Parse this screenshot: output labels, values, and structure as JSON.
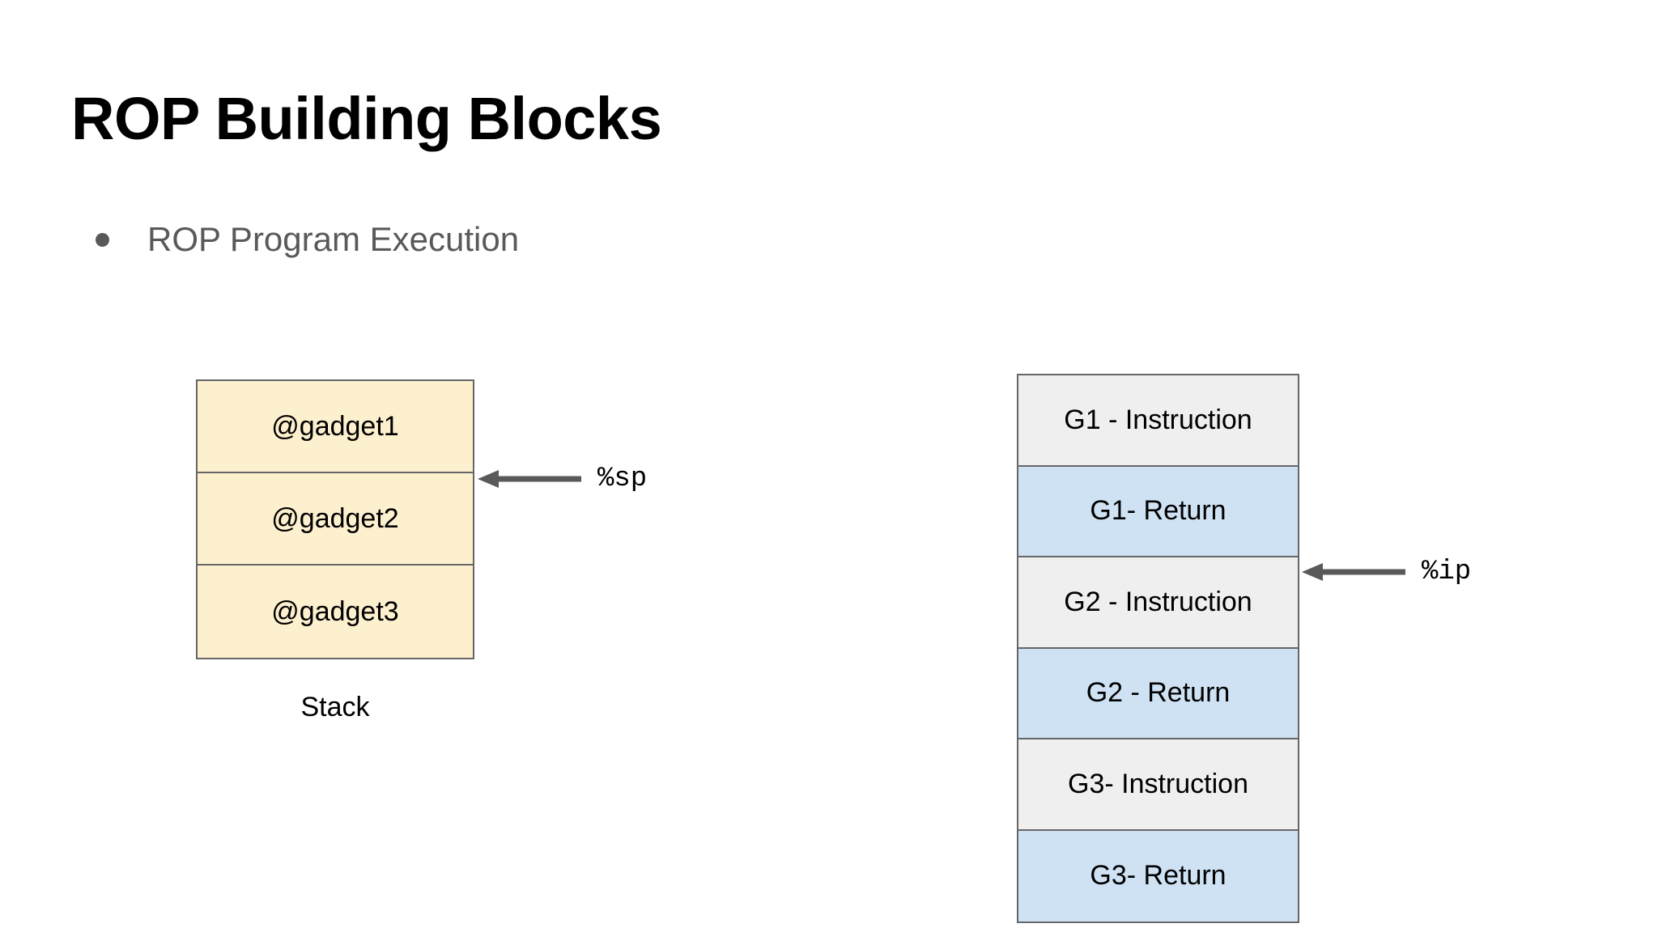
{
  "slide": {
    "title": "ROP Building Blocks",
    "background_color": "#ffffff",
    "bullets": [
      {
        "text": "ROP Program Execution",
        "marker": "bullet-dot",
        "color": "#595959"
      }
    ]
  },
  "stack_diagram": {
    "caption": "Stack",
    "fill_color": "#fdf0ce",
    "border_color": "#666666",
    "rows": [
      {
        "label": "@gadget1"
      },
      {
        "label": "@gadget2"
      },
      {
        "label": "@gadget3"
      }
    ],
    "pointer": {
      "label": "%sp",
      "icon": "arrow-left-icon",
      "color": "#595959",
      "points_at_row_boundary": "between @gadget1 and @gadget2"
    }
  },
  "gadget_diagram": {
    "instruction_fill_color": "#efefef",
    "return_fill_color": "#cfe2f3",
    "border_color": "#666666",
    "rows": [
      {
        "label": "G1 - Instruction",
        "kind": "instruction"
      },
      {
        "label": "G1- Return",
        "kind": "return"
      },
      {
        "label": "G2 - Instruction",
        "kind": "instruction"
      },
      {
        "label": "G2 - Return",
        "kind": "return"
      },
      {
        "label": "G3- Instruction",
        "kind": "instruction"
      },
      {
        "label": "G3- Return",
        "kind": "return"
      }
    ],
    "pointer": {
      "label": "%ip",
      "icon": "arrow-left-icon",
      "color": "#595959",
      "points_at_row_boundary": "between G1- Return and G2 - Instruction"
    }
  }
}
